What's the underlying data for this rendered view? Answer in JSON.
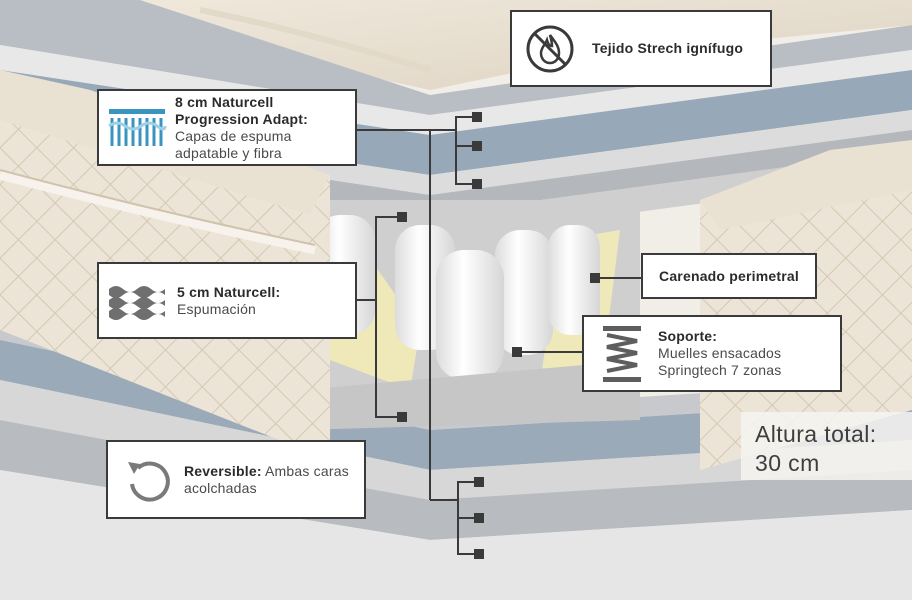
{
  "callouts": {
    "tejido": {
      "title": "Tejido Strech ignífugo",
      "icon": "no-fire-icon"
    },
    "naturcell8": {
      "title_line1": "8 cm Naturcell",
      "title_line2": "Progression Adapt:",
      "desc_line1": "Capas de espuma",
      "desc_line2": "adpatable y fibra",
      "icon": "foam-layers-blue-icon"
    },
    "naturcell5": {
      "title": "5 cm Naturcell:",
      "desc": "Espumación",
      "icon": "foam-waves-icon"
    },
    "carenado": {
      "title": "Carenado perimetral"
    },
    "soporte": {
      "title": "Soporte:",
      "desc_line1": "Muelles ensacados",
      "desc_line2": "Springtech 7 zonas",
      "icon": "spring-icon"
    },
    "reversible": {
      "title": "Reversible:",
      "desc_line1": " Ambas caras",
      "desc_line2": "acolchadas",
      "icon": "rotate-icon"
    }
  },
  "altura": {
    "line1": "Altura total:",
    "line2": "30 cm"
  },
  "colors": {
    "fabric": "#ebe3d4",
    "foam_gray": "#9aa3ad",
    "foam_blue": "#8fa7bd",
    "spring_cream": "#efe8b8",
    "line": "#3a3a3a",
    "icon_blue": "#3b93bf"
  }
}
